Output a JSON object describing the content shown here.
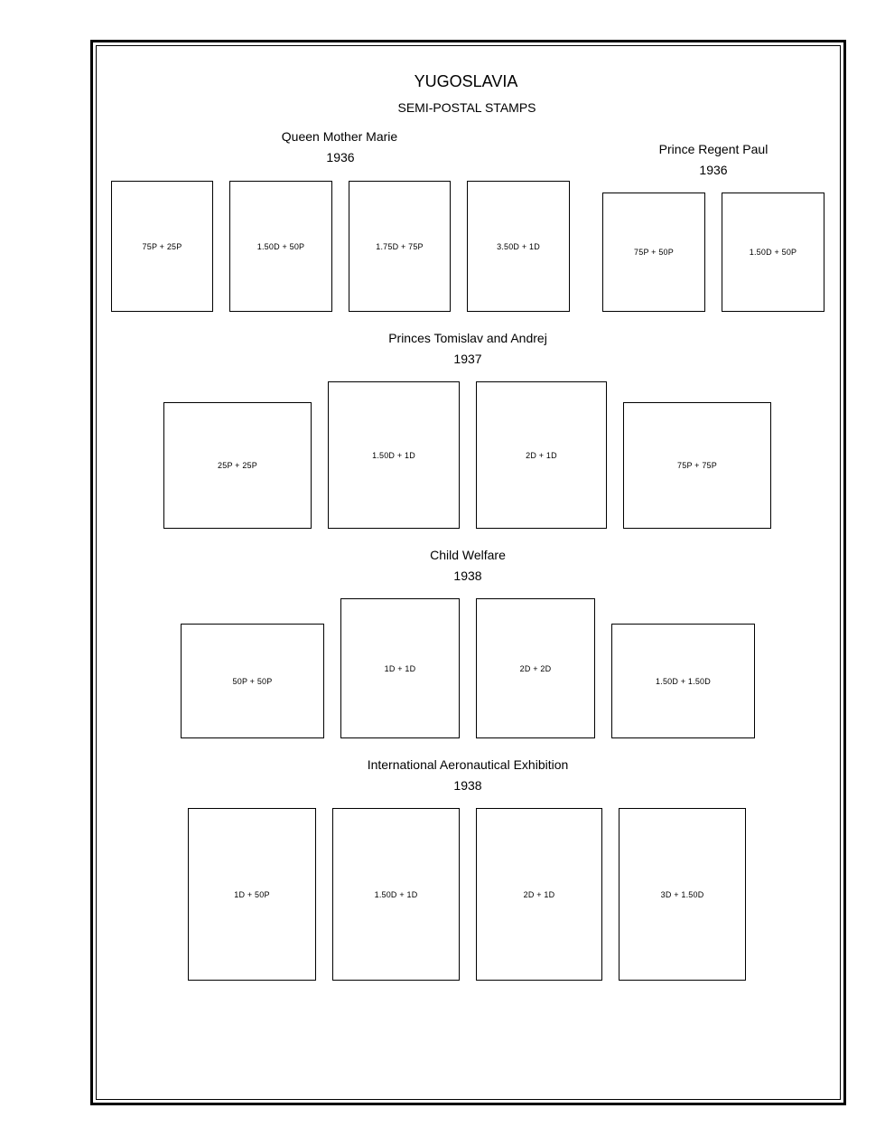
{
  "page": {
    "title": "YUGOSLAVIA",
    "subtitle": "SEMI-POSTAL STAMPS"
  },
  "sets": [
    {
      "name": "Queen Mother Marie",
      "year": "1936",
      "stamps": [
        "75P + 25P",
        "1.50D + 50P",
        "1.75D + 75P",
        "3.50D + 1D"
      ]
    },
    {
      "name": "Prince Regent Paul",
      "year": "1936",
      "stamps": [
        "75P + 50P",
        "1.50D + 50P"
      ]
    },
    {
      "name": "Princes Tomislav and Andrej",
      "year": "1937",
      "stamps": [
        "25P + 25P",
        "1.50D + 1D",
        "2D + 1D",
        "75P + 75P"
      ]
    },
    {
      "name": "Child Welfare",
      "year": "1938",
      "stamps": [
        "50P + 50P",
        "1D + 1D",
        "2D + 2D",
        "1.50D + 1.50D"
      ]
    },
    {
      "name": "International Aeronautical Exhibition",
      "year": "1938",
      "stamps": [
        "1D + 50P",
        "1.50D + 1D",
        "2D + 1D",
        "3D + 1.50D"
      ]
    }
  ]
}
